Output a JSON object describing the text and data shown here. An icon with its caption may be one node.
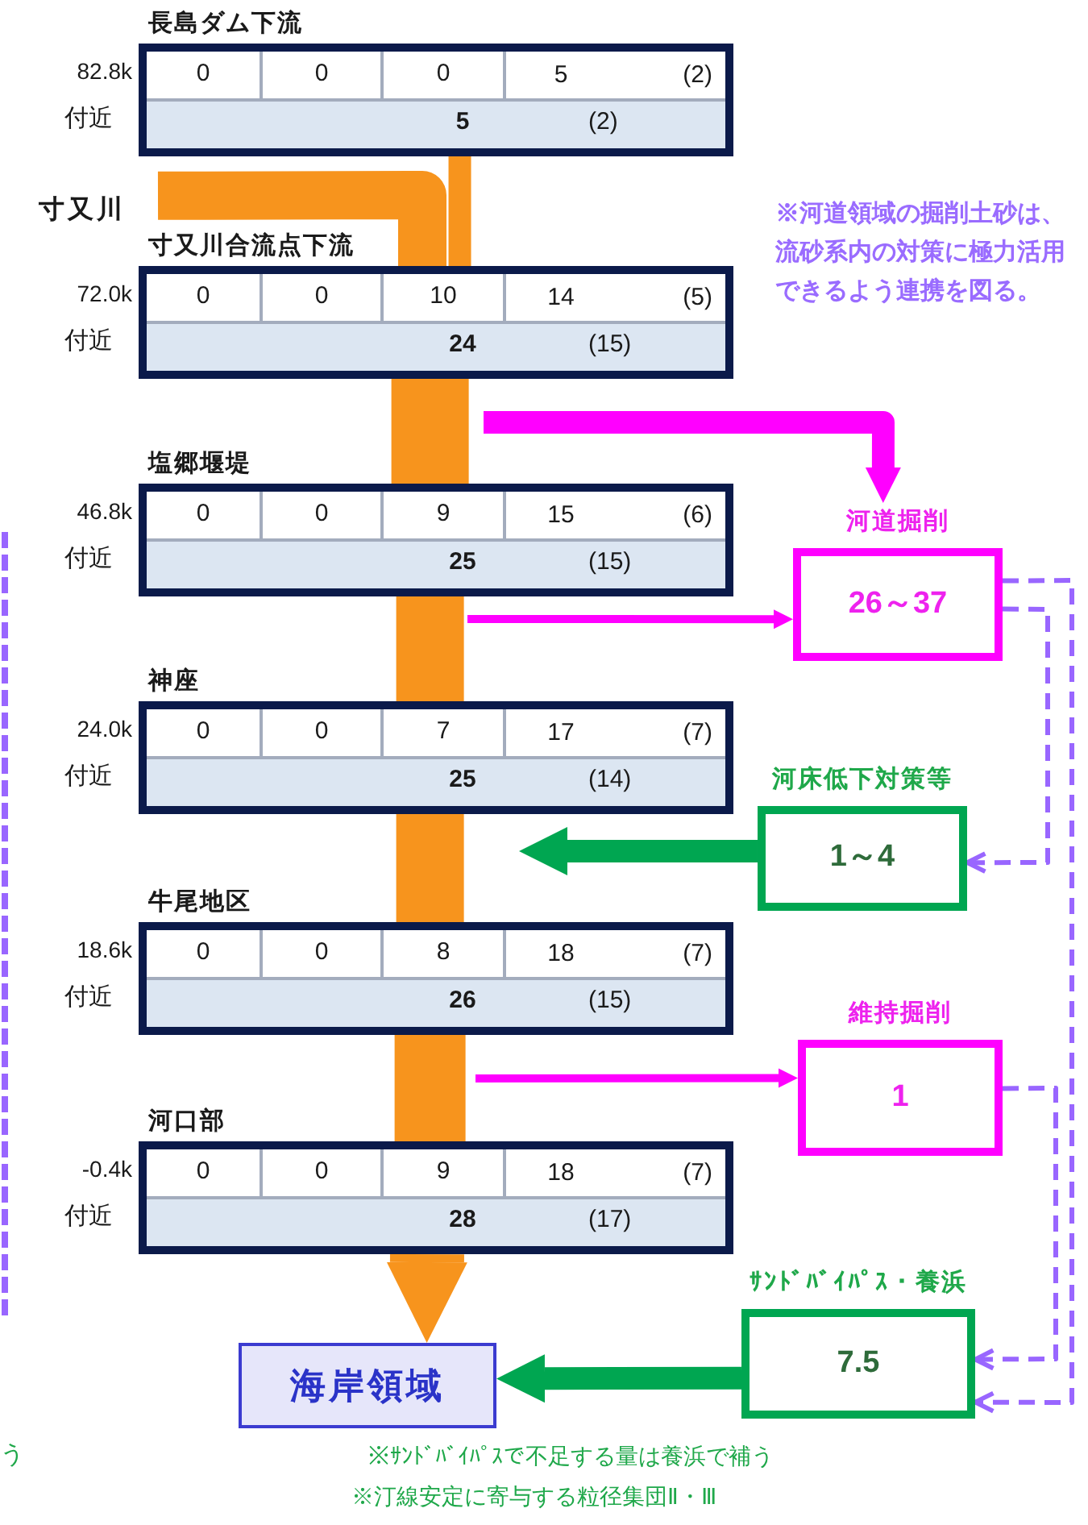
{
  "diagram": {
    "nodes": [
      {
        "text": [
          "長島ダム下流",
          "0",
          "0",
          "0",
          "5",
          "(2)",
          "5",
          "(2)"
        ],
        "beside": [
          "82.8k",
          "付近"
        ]
      },
      {
        "text": [
          "寸又川"
        ]
      },
      {
        "text": [
          "寸又川合流点下流",
          "0",
          "0",
          "10",
          "14",
          "(5)",
          "24",
          "(15)"
        ],
        "beside": [
          "72.0k",
          "付近"
        ]
      },
      {
        "text": [
          "塩郷堰堤",
          "0",
          "0",
          "9",
          "15",
          "(6)",
          "25",
          "(15)"
        ],
        "beside": [
          "46.8k",
          "付近"
        ]
      },
      {
        "text": [
          "神座",
          "0",
          "0",
          "7",
          "17",
          "(7)",
          "25",
          "(14)"
        ],
        "beside": [
          "24.0k",
          "付近"
        ]
      },
      {
        "text": [
          "牛尾地区",
          "0",
          "0",
          "8",
          "18",
          "(7)",
          "26",
          "(15)"
        ],
        "beside": [
          "18.6k",
          "付近"
        ]
      },
      {
        "text": [
          "河口部",
          "0",
          "0",
          "9",
          "18",
          "(7)",
          "28",
          "(17)"
        ],
        "beside": [
          "-0.4k",
          "付近"
        ]
      },
      {
        "text": [
          "海岸領域"
        ]
      },
      {
        "text": [
          "河道掘削",
          "26～37"
        ]
      },
      {
        "text": [
          "河床低下対策等",
          "1～4"
        ]
      },
      {
        "text": [
          "維持掘削",
          "1"
        ]
      },
      {
        "text": [
          "ｻﾝﾄﾞﾊﾞｲﾊﾟｽ・養浜",
          "7.5"
        ]
      }
    ],
    "edges": [
      {
        "from": 0,
        "to": 2,
        "arrow": "none"
      },
      {
        "from": 1,
        "to": 2,
        "arrow": "none",
        "style": "thick"
      },
      {
        "from": 2,
        "to": 3,
        "arrow": "none",
        "style": "thick"
      },
      {
        "from": 3,
        "to": 4,
        "arrow": "none",
        "style": "thick"
      },
      {
        "from": 4,
        "to": 5,
        "arrow": "none",
        "style": "thick"
      },
      {
        "from": 5,
        "to": 6,
        "arrow": "none",
        "style": "thick"
      },
      {
        "from": 6,
        "to": 7,
        "arrow": "to",
        "style": "thick"
      },
      {
        "from": null,
        "to": 8,
        "arrow": "to",
        "color": "#ff00ff"
      },
      {
        "from": null,
        "to": 8,
        "arrow": "to",
        "color": "#ff00ff"
      },
      {
        "from": 9,
        "to": 4,
        "arrow": "to",
        "color": "#00a651"
      },
      {
        "from": null,
        "to": 10,
        "arrow": "to",
        "color": "#ff00ff"
      },
      {
        "from": 11,
        "to": 7,
        "arrow": "to",
        "color": "#00a651"
      },
      {
        "from": 8,
        "to": 11,
        "arrow": "to",
        "style": "dashed",
        "color": "#9966ff"
      },
      {
        "from": 8,
        "to": 9,
        "arrow": "to",
        "style": "dashed",
        "color": "#9966ff"
      },
      {
        "from": 10,
        "to": 11,
        "arrow": "to",
        "style": "dashed",
        "color": "#9966ff"
      }
    ],
    "labels": [
      "※河道領域の掘削土砂は、流砂系内の対策に極力活用できるよう連携を図る。",
      "う",
      "※ｻﾝﾄﾞﾊﾞｲﾊﾟｽで不足する量は養浜で補う",
      "※汀線安定に寄与する粒径集団Ⅱ・Ⅲ"
    ]
  }
}
